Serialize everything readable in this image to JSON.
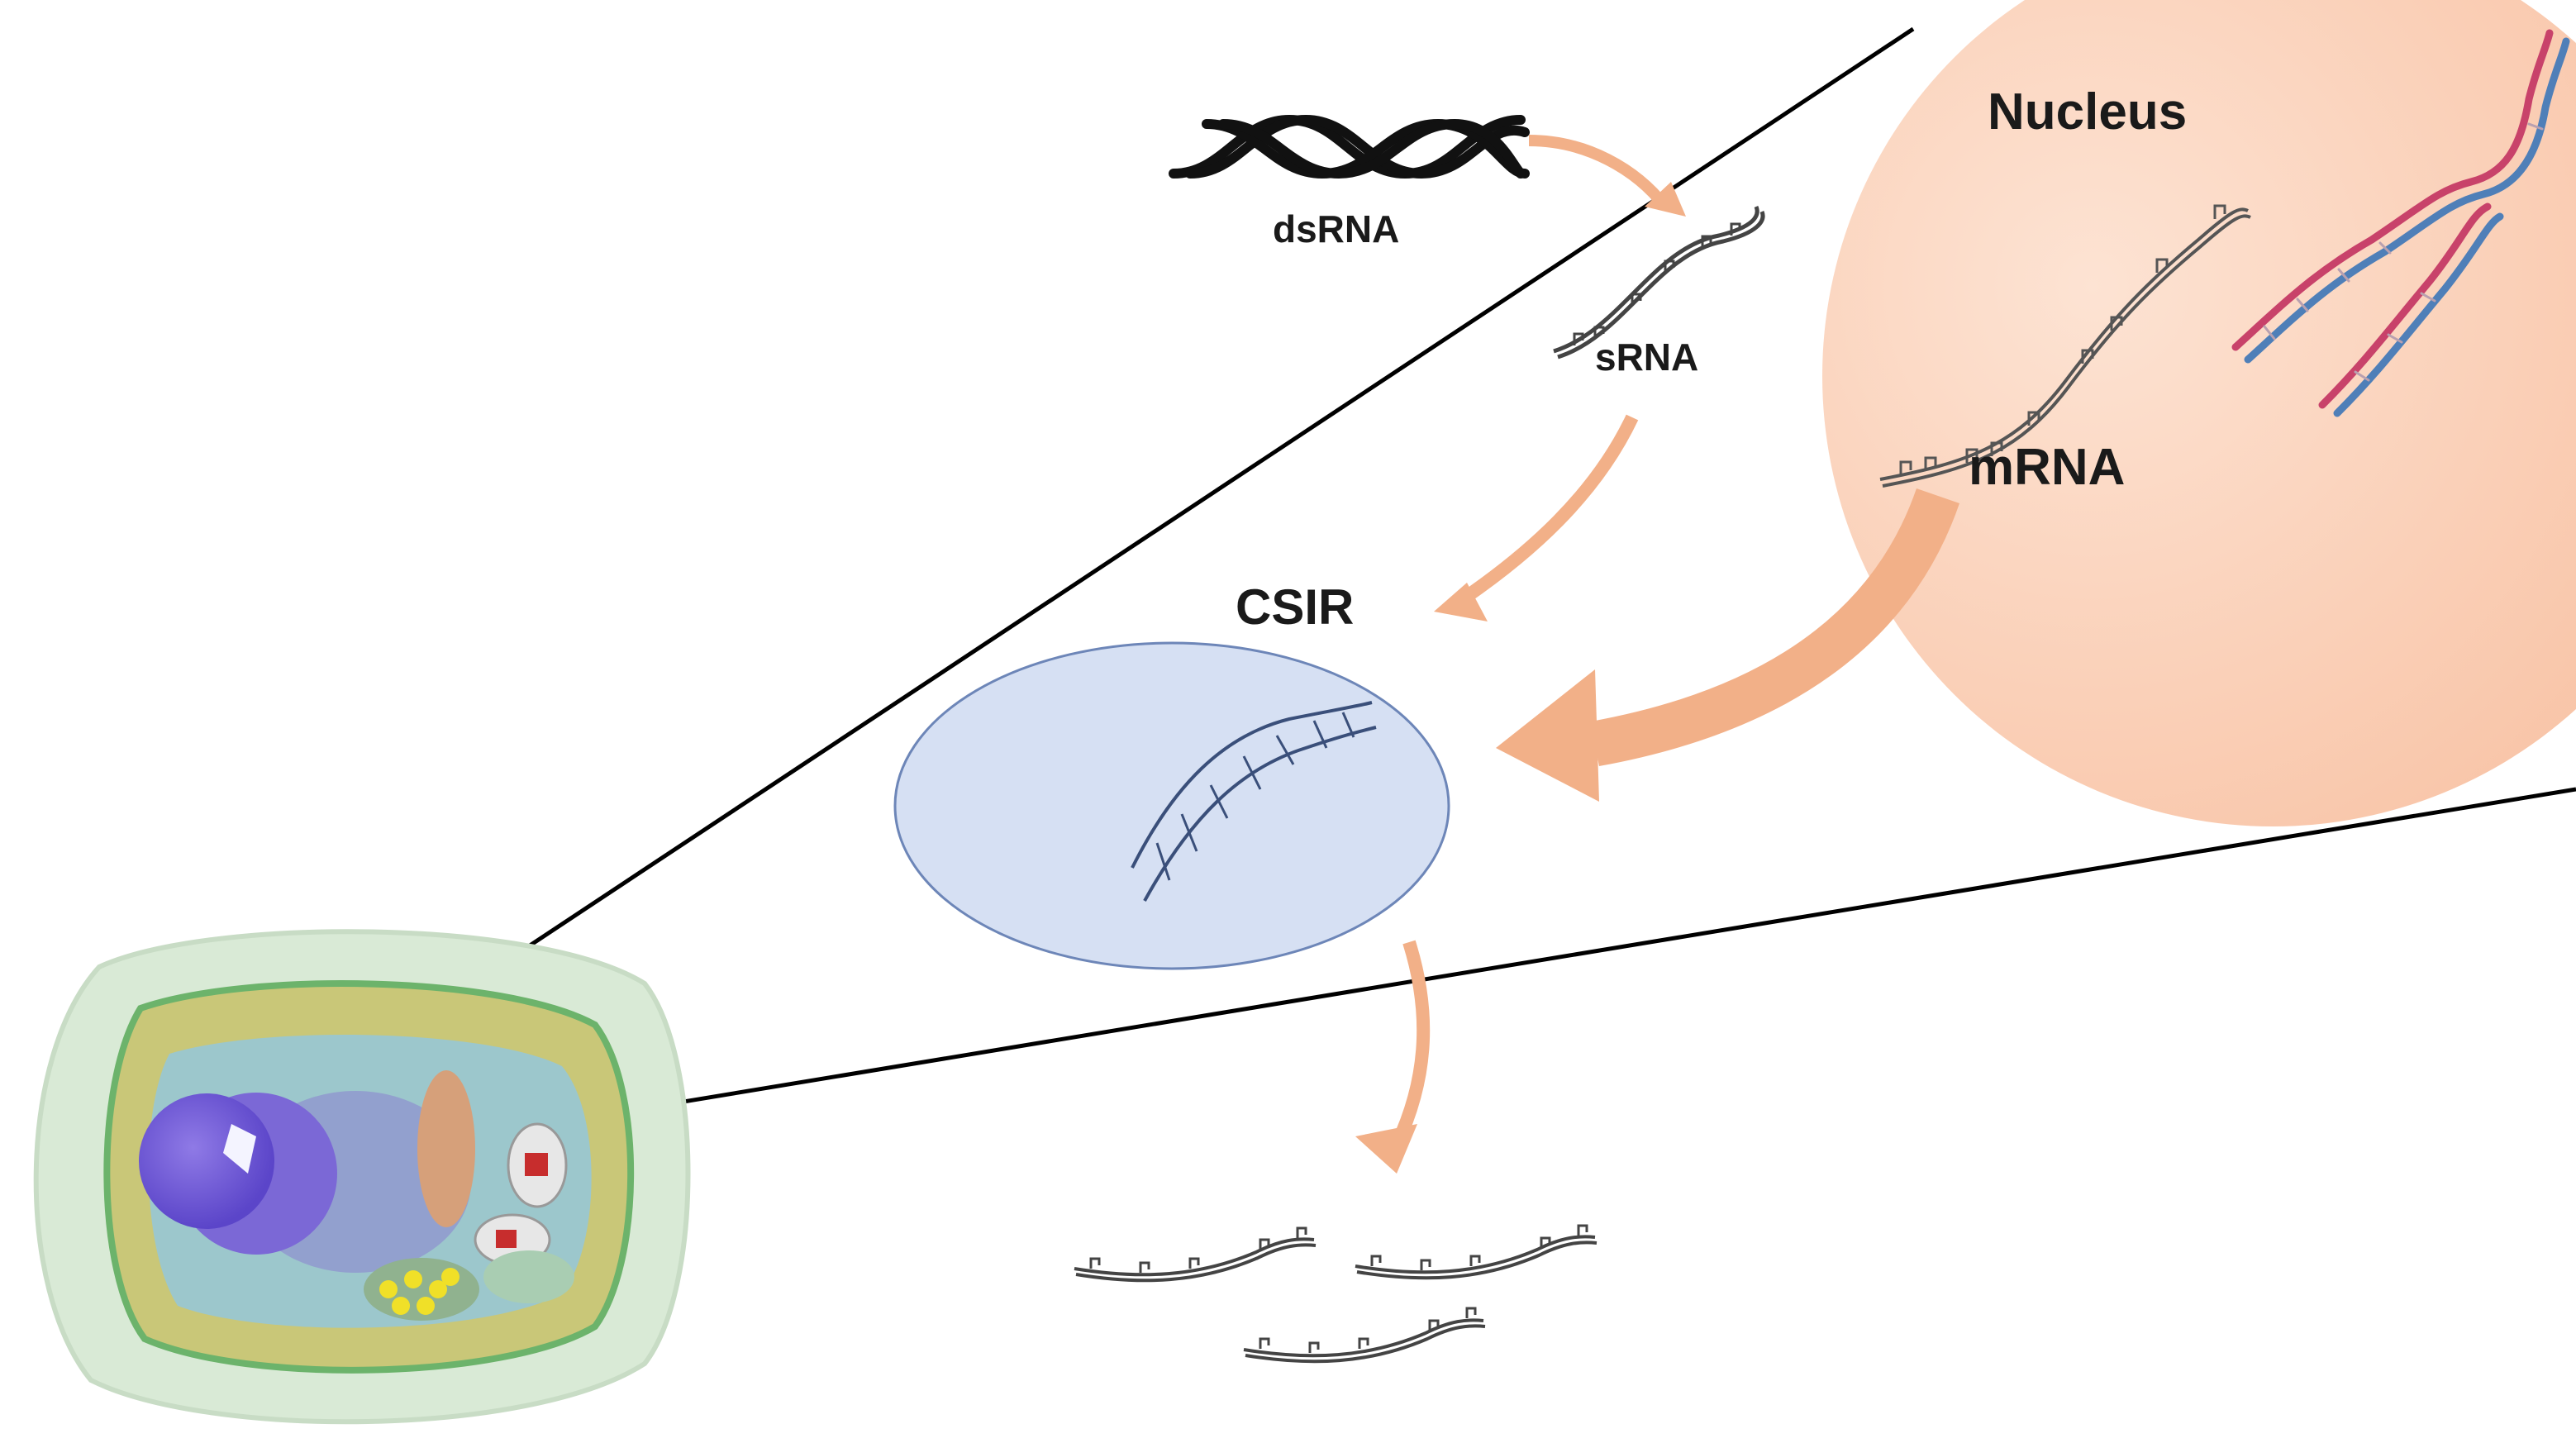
{
  "labels": {
    "dsrna": "dsRNA",
    "srna": "sRNA",
    "nucleus": "Nucleus",
    "mrna": "mRNA",
    "csir": "CSIR"
  },
  "colors": {
    "arrow": "#f2b088",
    "nucleus_fill": "#fbd2bb",
    "csir_fill": "#d6e0f3",
    "csir_stroke": "#6d86b8",
    "strand": "#444444",
    "helix_red": "#c8426a",
    "helix_blue": "#4f7fb8",
    "zoom_line": "#000000"
  }
}
